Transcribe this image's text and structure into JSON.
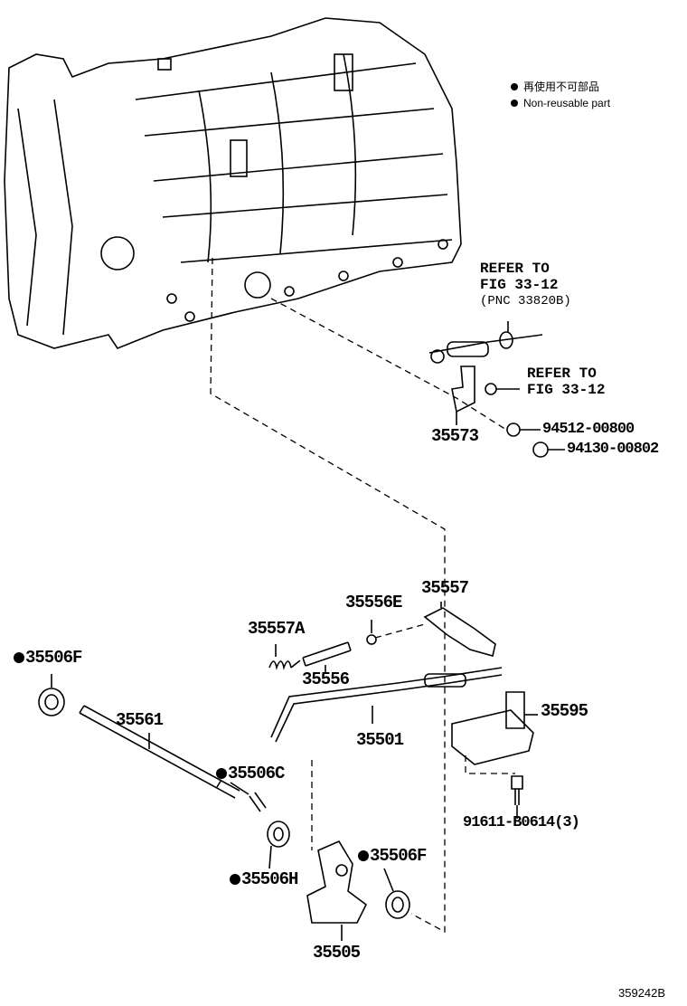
{
  "legend": {
    "items": [
      {
        "icon": "filled-dot-icon",
        "label": "再使用不可部品"
      },
      {
        "icon": "filled-dot-icon",
        "label": "Non-reusable part"
      }
    ]
  },
  "references": {
    "cable": {
      "line1": "REFER TO",
      "line2": "FIG 33-12",
      "line3": "(PNC 33820B)"
    },
    "nut": {
      "line1": "REFER TO",
      "line2": "FIG 33-12"
    }
  },
  "parts": {
    "p35573": "35573",
    "p94512": "94512-00800",
    "p94130": "94130-00802",
    "p35557": "35557",
    "p35556E": "35556E",
    "p35557A": "35557A",
    "p35556": "35556",
    "p35506F_left": "35506F",
    "p35561": "35561",
    "p35501": "35501",
    "p35595": "35595",
    "p35506C": "35506C",
    "p91611": "91611-B0614(3)",
    "p35506F_right": "35506F",
    "p35506H": "35506H",
    "p35505": "35505"
  },
  "illustration_code": "359242B"
}
